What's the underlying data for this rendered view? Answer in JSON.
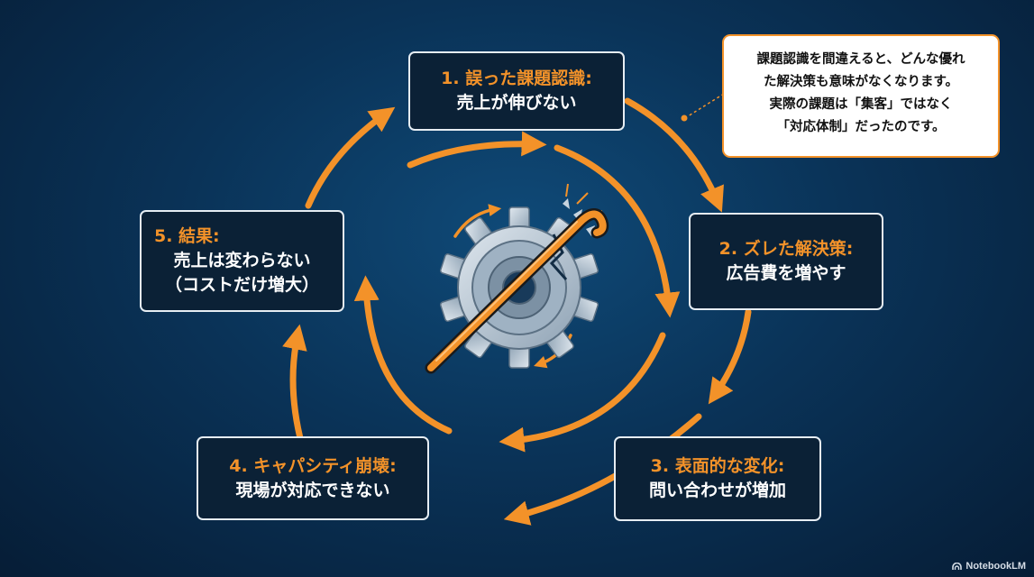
{
  "steps": [
    {
      "title": "1. 誤った課題認識:",
      "lines": [
        "売上が伸びない"
      ]
    },
    {
      "title": "2. ズレた解決策:",
      "lines": [
        "広告費を増やす"
      ]
    },
    {
      "title": "3. 表面的な変化:",
      "lines": [
        "問い合わせが増加"
      ]
    },
    {
      "title": "4. キャパシティ崩壊:",
      "lines": [
        "現場が対応できない"
      ]
    },
    {
      "title": "5. 結果:",
      "lines": [
        "売上は変わらない",
        "（コストだけ増大）"
      ]
    }
  ],
  "callout": {
    "lines": [
      "課題認識を間違えると、どんな優れ",
      "た解決策も意味がなくなります。",
      "実際の課題は「集客」ではなく",
      "「対応体制」だったのです。"
    ]
  },
  "watermark": {
    "text": "NotebookLM"
  },
  "colors": {
    "accent": "#f39229",
    "background": "#0a3358",
    "box_fill": "#0b2136",
    "box_border": "#e6edf3",
    "gear": "#bccad6"
  },
  "icons": {
    "center": "broken-gear-crowbar-icon",
    "watermark": "notebooklm-logo-icon"
  }
}
